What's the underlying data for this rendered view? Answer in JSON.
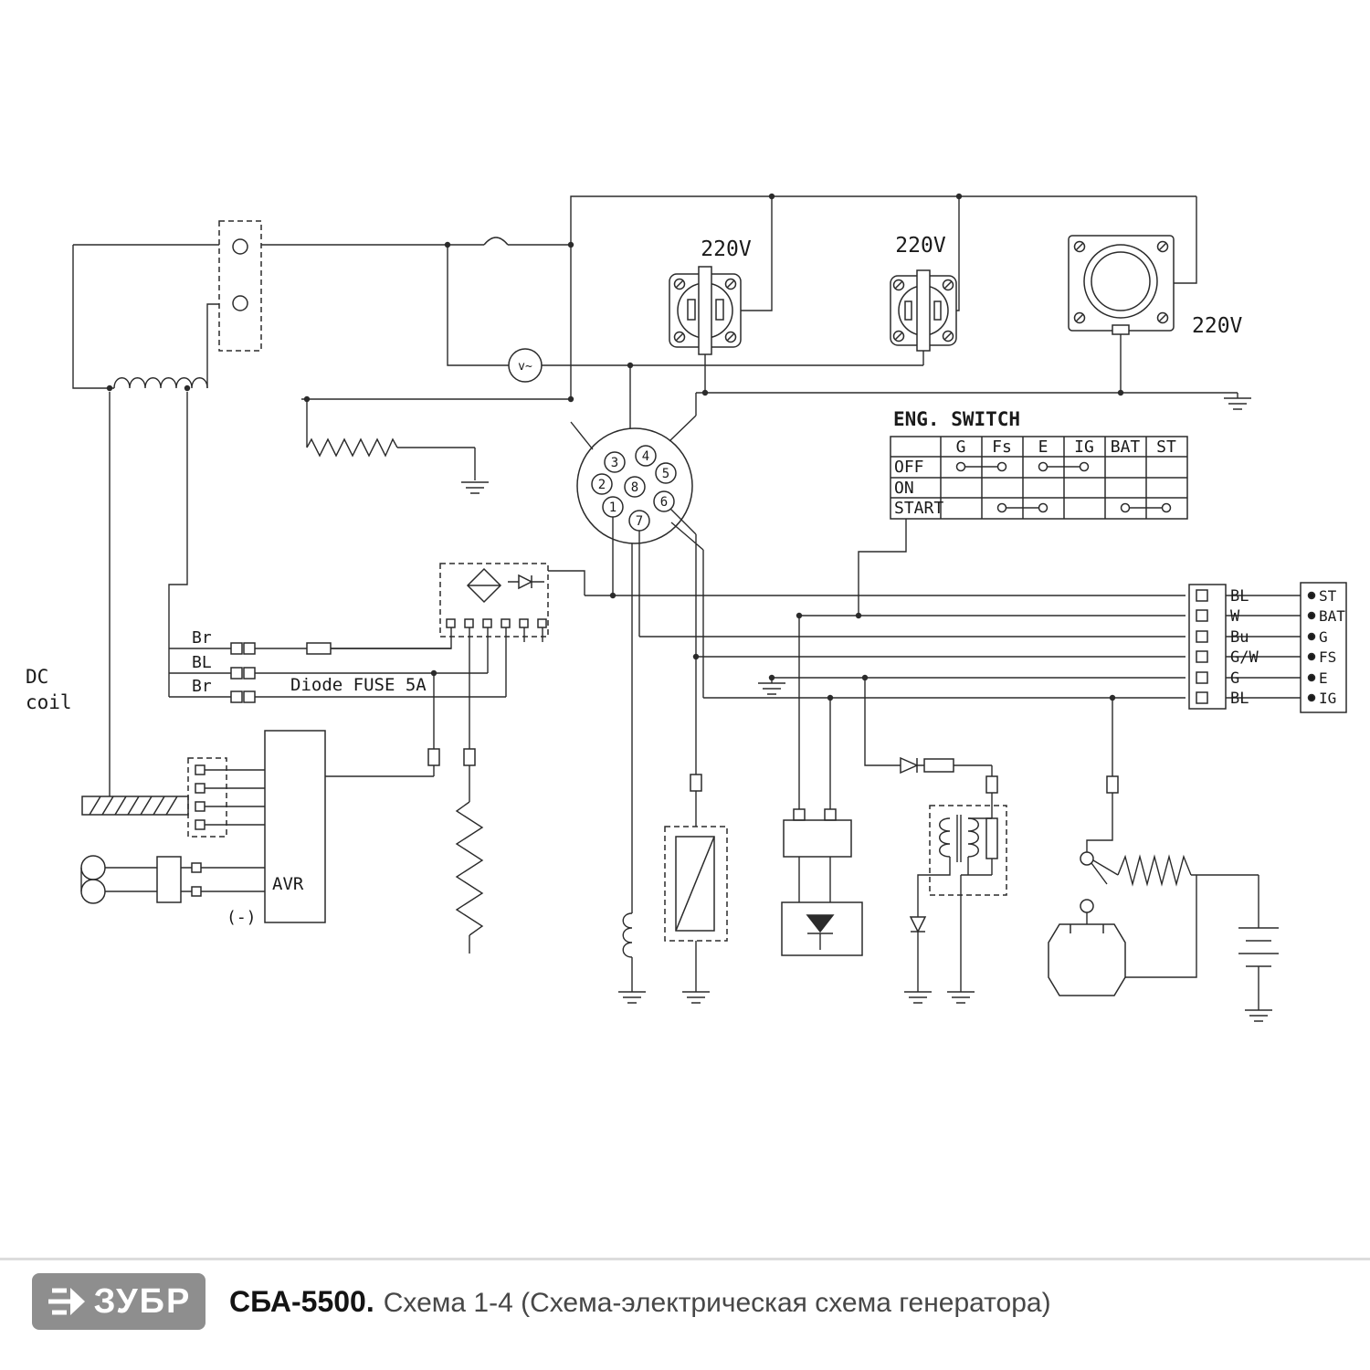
{
  "footer": {
    "brand": "ЗУБР",
    "model": "СБА-5500.",
    "subtitle": "Схема 1-4 (Схема-электрическая схема генератора)"
  },
  "schematic": {
    "voltmeter": "v~",
    "outlet_voltage_1": "220V",
    "outlet_voltage_2": "220V",
    "outlet_voltage_3": "220V",
    "eng_switch": {
      "title": "ENG. SWITCH",
      "columns": [
        "G",
        "Fs",
        "E",
        "IG",
        "BAT",
        "ST"
      ],
      "rows": [
        "OFF",
        "ON",
        "START"
      ]
    },
    "pins": [
      "1",
      "2",
      "3",
      "4",
      "5",
      "6",
      "7",
      "8"
    ],
    "dc_coil_line1": "DC",
    "dc_coil_line2": "coil",
    "left_wires": [
      "Br",
      "BL",
      "Br"
    ],
    "diode_fuse": "Diode FUSE 5A",
    "avr": "AVR",
    "minus": "(-)",
    "harness": [
      "BL",
      "W",
      "Bu",
      "G/W",
      "G",
      "BL"
    ],
    "terminals": [
      "ST",
      "BAT",
      "G",
      "FS",
      "E",
      "IG"
    ]
  }
}
